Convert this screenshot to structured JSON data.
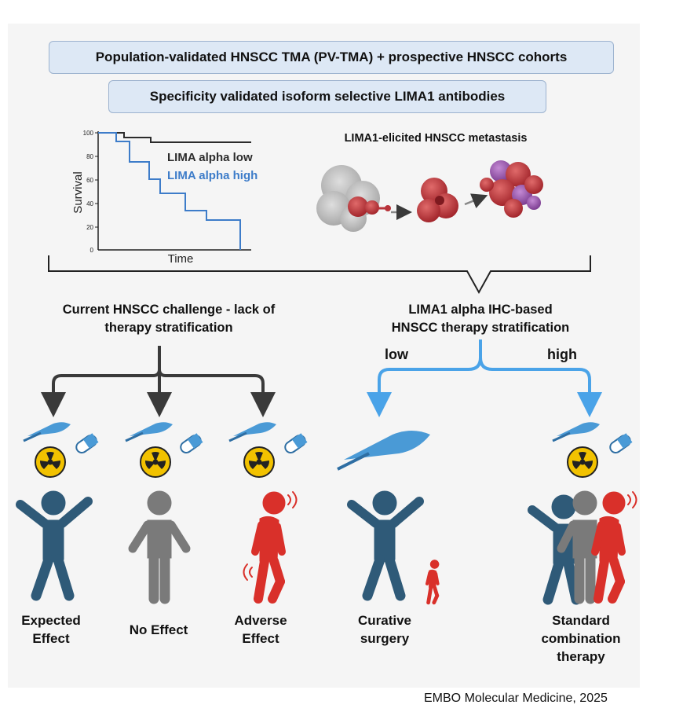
{
  "header": {
    "cohorts_box": "Population-validated HNSCC TMA (PV-TMA) + prospective HNSCC cohorts",
    "antibodies_box": "Specificity validated isoform selective LIMA1 antibodies"
  },
  "survival_plot": {
    "ylabel": "Survival",
    "xlabel": "Time",
    "yticks": [
      "100",
      "80",
      "60",
      "40",
      "20",
      "0"
    ],
    "legend": [
      {
        "label": "LIMA alpha low",
        "color": "#2b2b2b"
      },
      {
        "label": "LIMA alpha high",
        "color": "#3d7cc9"
      }
    ]
  },
  "metastasis": {
    "title": "LIMA1-elicited HNSCC metastasis"
  },
  "left_branch": {
    "title_line1": "Current HNSCC challenge - lack of",
    "title_line2": "therapy stratification",
    "outcomes": [
      {
        "line1": "Expected",
        "line2": "Effect"
      },
      {
        "line1": "No Effect",
        "line2": ""
      },
      {
        "line1": "Adverse",
        "line2": "Effect"
      }
    ]
  },
  "right_branch": {
    "title_line1": "LIMA1 alpha IHC-based",
    "title_line2": "HNSCC therapy stratification",
    "low_label": "low",
    "high_label": "high",
    "outcomes": [
      {
        "line1": "Curative",
        "line2": "surgery",
        "line3": ""
      },
      {
        "line1": "Standard",
        "line2": "combination",
        "line3": "therapy"
      }
    ]
  },
  "colors": {
    "dark_arrow": "#3a3a3a",
    "blue_arrow": "#4aa3e8",
    "scalpel": "#4a9ad6",
    "radiation_yellow": "#f2c200",
    "figure_teal": "#2f5a78",
    "figure_gray": "#7a7a7a",
    "figure_red": "#d9302a"
  },
  "icons": [
    "scalpel-icon",
    "radiation-icon",
    "pill-icon",
    "person-icon",
    "tumor-cell-icon"
  ],
  "credit": "EMBO Molecular Medicine, 2025"
}
